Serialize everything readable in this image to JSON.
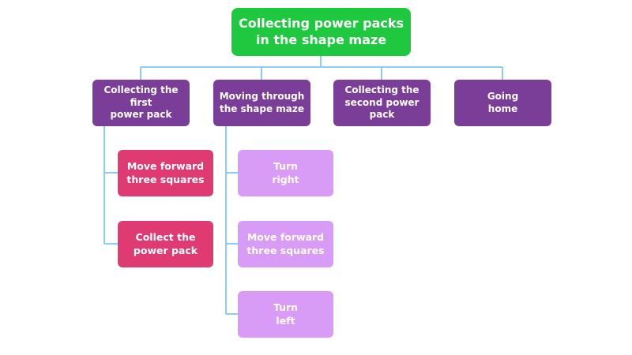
{
  "diagram": {
    "root": {
      "label": "Collecting power packs\nin the shape maze",
      "color": "#1ec83f"
    },
    "steps": [
      {
        "label": "Collecting the first\npower pack",
        "color": "#7a3e98"
      },
      {
        "label": "Moving through\nthe shape maze",
        "color": "#7a3e98"
      },
      {
        "label": "Collecting the\nsecond power pack",
        "color": "#7a3e98"
      },
      {
        "label": "Going\nhome",
        "color": "#7a3e98"
      }
    ],
    "first_power_pack_substeps": [
      {
        "label": "Move forward\nthree squares",
        "color": "#e03a72"
      },
      {
        "label": "Collect the\npower pack",
        "color": "#e03a72"
      }
    ],
    "shape_maze_substeps": [
      {
        "label": "Turn\nright",
        "color": "#d99cf6"
      },
      {
        "label": "Move forward\nthree squares",
        "color": "#d99cf6"
      },
      {
        "label": "Turn\nleft",
        "color": "#d99cf6"
      }
    ],
    "connector_color": "#8ecdf2"
  }
}
